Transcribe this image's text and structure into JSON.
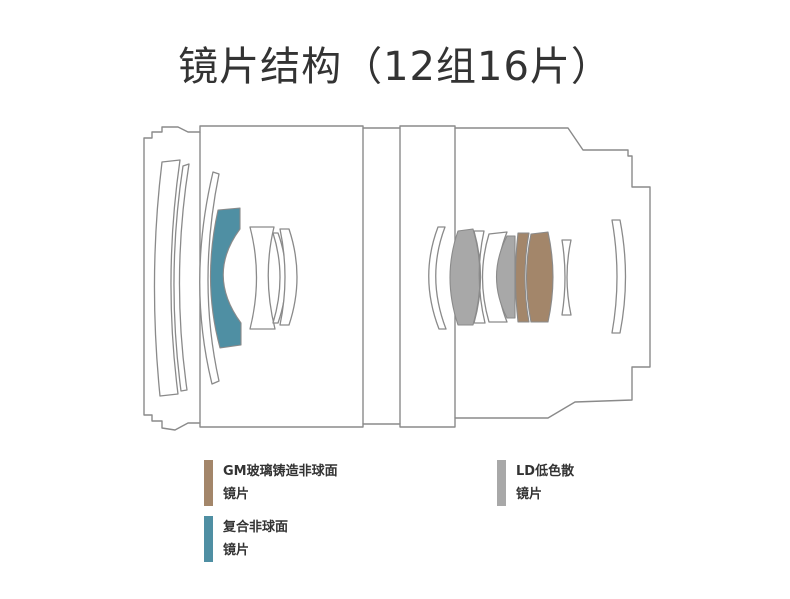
{
  "title": "镜片结构（12组16片）",
  "colors": {
    "outline": "#8a8a8a",
    "gm": "#a3866a",
    "ld": "#a8a8a8",
    "composite": "#4f8fa3"
  },
  "legend": {
    "gm": {
      "line1": "GM玻璃铸造非球面",
      "line2": "镜片"
    },
    "ld": {
      "line1": "LD低色散",
      "line2": "镜片"
    },
    "composite": {
      "line1": "复合非球面",
      "line2": "镜片"
    }
  }
}
